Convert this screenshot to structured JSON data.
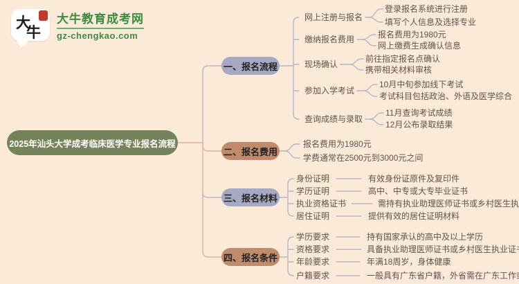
{
  "logo": {
    "bubble_char1": "大",
    "bubble_char2": "牛",
    "site_name": "大牛教育成考网",
    "site_url": "gz-chengkao.com"
  },
  "title": "2025年汕头大学成考临床医学专业报名流程",
  "colors": {
    "background": "#fcead9",
    "root_node": "#75835b",
    "pill_gray": "#a7a9c3",
    "pill_rose": "#c08a6d",
    "wire_gray": "#b5b6c9",
    "wire_salmon": "#e2b195",
    "logo_green": "#3b8c3f",
    "text": "#5f544b"
  },
  "mindmap": {
    "branches": [
      {
        "label": "一、报名流程",
        "nodes": [
          {
            "label": "网上注册与报名",
            "leaves": [
              "登录报名系统进行注册",
              "填写个人信息及选择专业"
            ]
          },
          {
            "label": "缴纳报名费用",
            "leaves": [
              "报名费用为1980元",
              "网上缴费生成确认信息"
            ]
          },
          {
            "label": "现场确认",
            "leaves": [
              "前往指定报名点确认",
              "携带相关材料审核"
            ]
          },
          {
            "label": "参加入学考试",
            "leaves": [
              "10月中旬参加线下考试",
              "考试科目包括政治、外语及医学综合"
            ]
          },
          {
            "label": "查询成绩与录取",
            "leaves": [
              "11月查询考试成绩",
              "12月公布录取结果"
            ]
          }
        ]
      },
      {
        "label": "二、报名费用",
        "leaves": [
          "报名费用为1980元",
          "学费通常在2500元到3000元之间"
        ]
      },
      {
        "label": "三、报名材料",
        "rows": [
          {
            "label": "身份证明",
            "desc": "有效身份证原件及复印件"
          },
          {
            "label": "学历证明",
            "desc": "高中、中专或大专毕业证书"
          },
          {
            "label": "执业资格证书",
            "desc": "需持有执业助理医师证书或乡村医生执业证书"
          },
          {
            "label": "居住证明",
            "desc": "提供有效的居住证明材料"
          }
        ]
      },
      {
        "label": "四、报名条件",
        "rows": [
          {
            "label": "学历要求",
            "desc": "持有国家承认的高中及以上学历"
          },
          {
            "label": "资格要求",
            "desc": "具备执业助理医师证书或乡村医生执业证书"
          },
          {
            "label": "年龄要求",
            "desc": "年满18周岁，身体健康"
          },
          {
            "label": "户籍要求",
            "desc": "一般具有广东省户籍，外省需在广东工作或居住"
          }
        ]
      }
    ]
  }
}
